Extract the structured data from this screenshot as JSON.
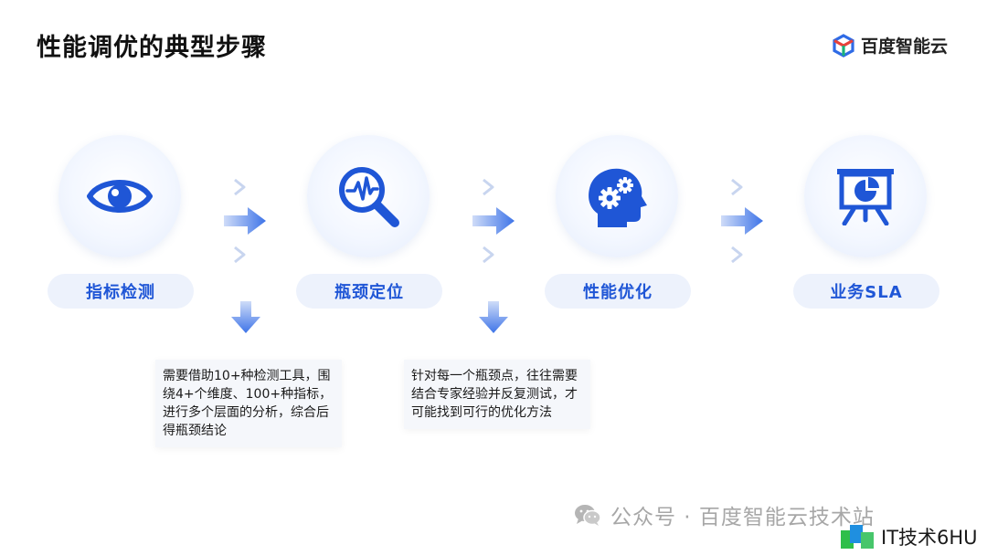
{
  "header": {
    "title": "性能调优的典型步骤",
    "brand_name": "百度智能云"
  },
  "steps": [
    {
      "label": "指标检测",
      "icon": "eye-icon"
    },
    {
      "label": "瓶颈定位",
      "icon": "magnifier-waveform-icon"
    },
    {
      "label": "性能优化",
      "icon": "head-gears-icon"
    },
    {
      "label": "业务SLA",
      "icon": "presentation-chart-icon"
    }
  ],
  "descriptions": [
    {
      "text": "需要借助10+种检测工具，围绕4+个维度、100+种指标，进行多个层面的分析，综合后得瓶颈结论"
    },
    {
      "text": "针对每一个瓶颈点，往往需要结合专家经验并反复测试，才可能找到可行的优化方法"
    }
  ],
  "footer": {
    "watermark_text": "公众号 · 百度智能云技术站",
    "site_badge_text": "IT技术6HU"
  },
  "colors": {
    "accent": "#1f56d6",
    "pill_bg": "#edf2fc",
    "arrow_light": "#c8d5ef"
  }
}
